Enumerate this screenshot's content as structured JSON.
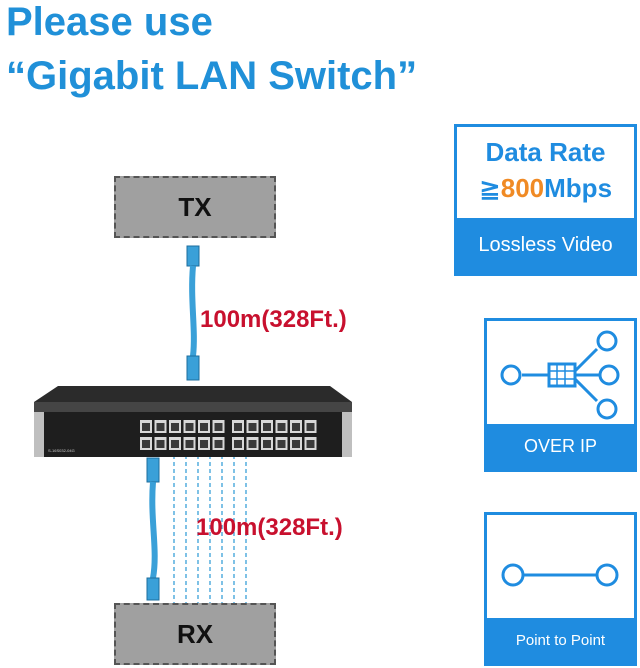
{
  "headline": {
    "line1": "Please use",
    "line2": "“Gigabit LAN Switch”"
  },
  "devices": {
    "tx_label": "TX",
    "rx_label": "RX"
  },
  "cables": {
    "upper_distance": "100m(328Ft.)",
    "lower_distance": "100m(328Ft.)"
  },
  "switch": {
    "port_count": 24,
    "model_text": "S-16S032-04G"
  },
  "features": {
    "data_rate": {
      "title": "Data Rate",
      "prefix_symbol": "≧",
      "value": "800",
      "unit": "Mbps",
      "footer": "Lossless Video"
    },
    "over_ip": {
      "icon": "network-topology-icon",
      "footer": "OVER IP"
    },
    "point_to_point": {
      "icon": "point-to-point-link-icon",
      "footer": "Point to Point"
    }
  },
  "colors": {
    "accent_blue": "#1f8ce0",
    "headline_blue": "#2090d8",
    "distance_red": "#c8102e",
    "rate_orange": "#f08a24",
    "cable_blue": "#3aa0d8"
  }
}
